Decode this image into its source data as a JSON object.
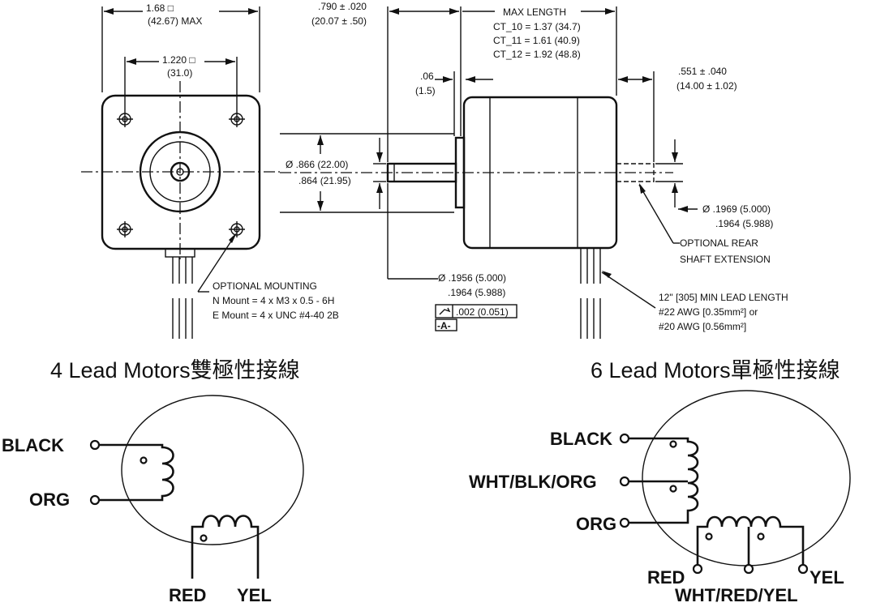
{
  "front_view": {
    "overall_dim": [
      "1.68 □",
      "(42.67) MAX"
    ],
    "bolt_dim": [
      "1.220 □",
      "(31.0)"
    ],
    "mounting_note": [
      "OPTIONAL MOUNTING",
      "N Mount = 4 x M3 x 0.5 - 6H",
      "E Mount = 4 x UNC #4-40 2B"
    ]
  },
  "side_view": {
    "shaft_length_dim": [
      ".790 ± .020",
      "(20.07 ± .50)"
    ],
    "max_length": [
      "MAX LENGTH",
      "CT_10 = 1.37 (34.7)",
      "CT_11 = 1.61 (40.9)",
      "CT_12 = 1.92 (48.8)"
    ],
    "flange_dim": [
      ".06",
      "(1.5)"
    ],
    "rear_dim": [
      ".551 ± .040",
      "(14.00 ± 1.02)"
    ],
    "pilot_dim": [
      "Ø .866 (22.00)",
      ".864 (21.95)"
    ],
    "rear_shaft_dim": [
      "Ø .1969 (5.000)",
      ".1964 (5.988)"
    ],
    "rear_note": [
      "OPTIONAL REAR",
      "SHAFT EXTENSION"
    ],
    "shaft_dim": [
      "Ø .1956 (5.000)",
      ".1964 (5.988)"
    ],
    "tolerance": ".002 (0.051)",
    "datum": "-A-",
    "lead_note": [
      "12\" [305] MIN LEAD LENGTH",
      "#22 AWG [0.35mm²] or",
      "#20 AWG [0.56mm²]"
    ]
  },
  "bipolar": {
    "title": "4 Lead Motors雙極性接線",
    "wires": [
      "BLACK",
      "ORG",
      "RED",
      "YEL"
    ]
  },
  "unipolar": {
    "title": "6 Lead Motors單極性接線",
    "wires": [
      "BLACK",
      "WHT/BLK/ORG",
      "ORG",
      "RED",
      "WHT/RED/YEL",
      "YEL"
    ]
  }
}
